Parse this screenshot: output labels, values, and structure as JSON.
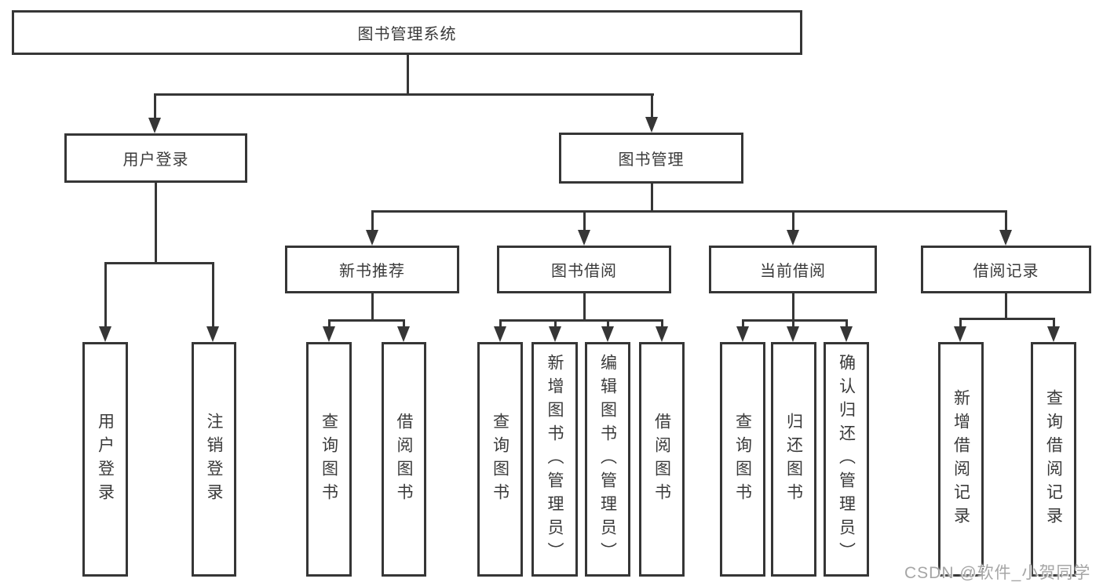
{
  "diagram": {
    "root": {
      "label": "图书管理系统"
    },
    "level2": {
      "user_login": {
        "label": "用户登录",
        "children": {
          "login": "用户登录",
          "logout": "注销登录"
        }
      },
      "book_mgmt": {
        "label": "图书管理"
      }
    },
    "level3": {
      "new_book": {
        "label": "新书推荐",
        "children": {
          "query": "查询图书",
          "borrow": "借阅图书"
        }
      },
      "book_borrow": {
        "label": "图书借阅",
        "children": {
          "query": "查询图书",
          "add": "新增图书（管理员）",
          "edit": "编辑图书（管理员）",
          "borrow": "借阅图书"
        }
      },
      "current_borrow": {
        "label": "当前借阅",
        "children": {
          "query": "查询图书",
          "return": "归还图书",
          "confirm": "确认归还（管理员）"
        }
      },
      "borrow_record": {
        "label": "借阅记录",
        "children": {
          "add": "新增借阅记录",
          "query": "查询借阅记录"
        }
      }
    },
    "watermark": "CSDN @软件_小贺同学"
  },
  "colors": {
    "line": "#363636",
    "text": "#3a3a3a",
    "watermark": "#a6a6a6",
    "background": "#ffffff"
  }
}
